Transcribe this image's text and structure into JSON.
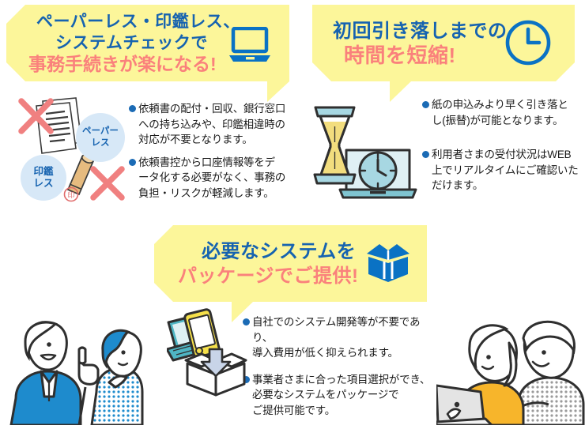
{
  "colors": {
    "callout_bg": "#fcf69a",
    "heading_blue": "#1663b0",
    "heading_pink": "#fa817c",
    "bullet_dot": "#1b6bb5",
    "body_text": "#1a1a1a",
    "circle_bg": "#d7e8f7",
    "accent_red_cross": "#f08080",
    "illus_teal": "#7fc4d0",
    "illus_yellow": "#f2dd7e",
    "illus_orange": "#f7b52b",
    "person_blue": "#1e8bcd"
  },
  "sections": [
    {
      "id": "paperless",
      "callout": {
        "lines": [
          {
            "text": "ペーパーレス・印鑑レス、",
            "color": "blue"
          },
          {
            "text": "システムチェックで",
            "color": "blue"
          },
          {
            "text": "事務手続きが楽になる!",
            "color": "pink"
          }
        ],
        "icon": "laptop-icon"
      },
      "bullets": [
        "依頼書の配付・回収、銀行窓口\nへの持ち込みや、印鑑相違時の\n対応が不要となります。",
        "依頼書控から口座情報等をデ\nータ化する必要がなく、事務の\n負担・リスクが軽減します。"
      ],
      "illustration": {
        "name": "documents-and-stamp-illustration",
        "circle_labels": [
          {
            "name": "paperless-badge",
            "line1": "ペーパー",
            "line2": "レス"
          },
          {
            "name": "hankoless-badge",
            "line1": "印鑑",
            "line2": "レス"
          }
        ],
        "stamp_mark": "印"
      }
    },
    {
      "id": "time-reduction",
      "callout": {
        "lines": [
          {
            "text": "初回引き落しまでの",
            "color": "blue"
          },
          {
            "text": "時間を短縮!",
            "color": "pink"
          }
        ],
        "icon": "clock-icon"
      },
      "bullets": [
        "紙の申込みより早く引き落と\nし(振替)が可能となります。",
        "利用者さまの受付状況はWEB\n上でリアルタイムにご確認いた\nだけます。"
      ],
      "illustration": {
        "name": "hourglass-and-laptop-clock-illustration"
      }
    },
    {
      "id": "package",
      "callout": {
        "lines": [
          {
            "text": "必要なシステムを",
            "color": "blue"
          },
          {
            "text": "パッケージでご提供!",
            "color": "pink"
          }
        ],
        "icon": "package-box-icon"
      },
      "bullets": [
        "自社でのシステム開発等が不要であり、\n導入費用が低く抑えられます。",
        "事業者さまに合った項目選択ができ、\n必要なシステムをパッケージで\nご提供可能です。"
      ],
      "illustration": {
        "name": "devices-into-box-illustration"
      }
    }
  ],
  "people": {
    "bottom_left": {
      "name": "two-businessmen-illustration",
      "description": "男性2人のイラスト"
    },
    "bottom_right": {
      "name": "two-women-with-laptop-illustration",
      "description": "ノートパソコンを見る女性2人のイラスト"
    }
  }
}
